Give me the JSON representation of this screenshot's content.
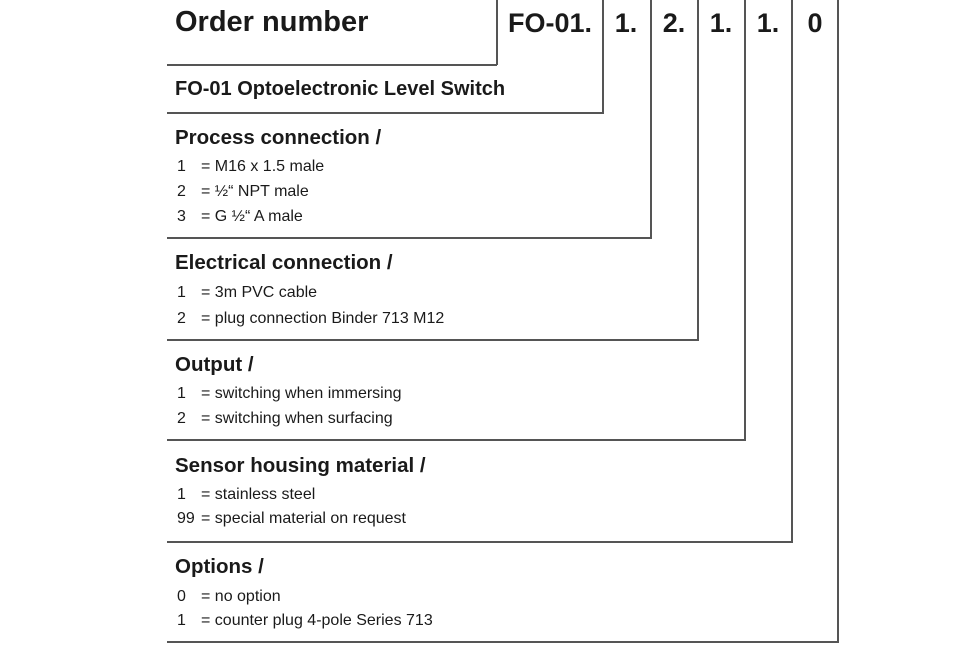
{
  "header": {
    "title": "Order number",
    "codes": [
      "FO-01.",
      "1.",
      "2.",
      "1.",
      "1.",
      "0"
    ]
  },
  "product": "FO-01 Optoelectronic Level Switch",
  "sections": [
    {
      "title": "Process connection /",
      "options": [
        {
          "code": "1",
          "desc": "= M16 x 1.5 male"
        },
        {
          "code": "2",
          "desc": "= ½“ NPT male"
        },
        {
          "code": "3",
          "desc": "= G ½“ A male"
        }
      ]
    },
    {
      "title": "Electrical connection /",
      "options": [
        {
          "code": "1",
          "desc": "= 3m PVC cable"
        },
        {
          "code": "2",
          "desc": "= plug connection Binder 713 M12"
        }
      ]
    },
    {
      "title": "Output /",
      "options": [
        {
          "code": "1",
          "desc": "= switching when immersing"
        },
        {
          "code": "2",
          "desc": "= switching when surfacing"
        }
      ]
    },
    {
      "title": "Sensor housing material /",
      "options": [
        {
          "code": "1",
          "desc": "= stainless steel"
        },
        {
          "code": "99",
          "desc": "= special material on request"
        }
      ]
    },
    {
      "title": "Options /",
      "options": [
        {
          "code": "0",
          "desc": "= no option"
        },
        {
          "code": "1",
          "desc": "= counter plug 4-pole Series 713"
        }
      ]
    }
  ]
}
